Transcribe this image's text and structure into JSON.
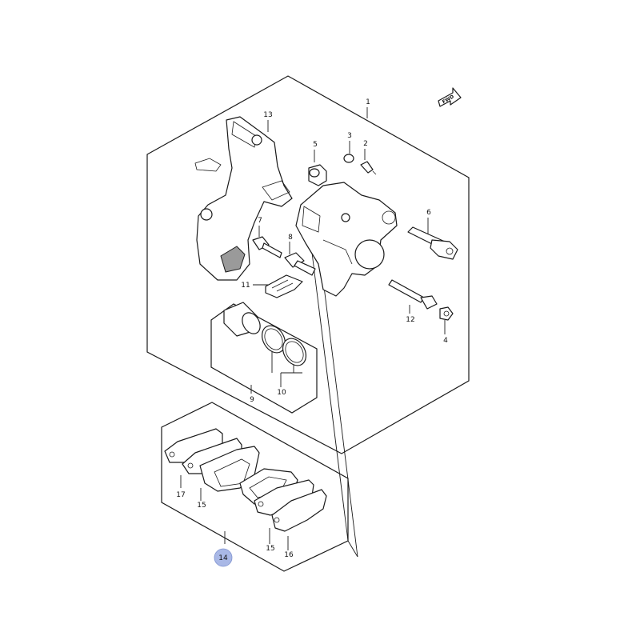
{
  "diagram": {
    "direction_tag": "FWD",
    "highlight_color": "#a9b8e6",
    "labels": {
      "p1": "1",
      "p2": "2",
      "p3": "3",
      "p4": "4",
      "p5": "5",
      "p6": "6",
      "p7": "7",
      "p8": "8",
      "p9": "9",
      "p10": "10",
      "p11": "11",
      "p12": "12",
      "p13": "13",
      "p14": "14",
      "p15a": "15",
      "p15b": "15",
      "p16": "16",
      "p17": "17"
    }
  }
}
